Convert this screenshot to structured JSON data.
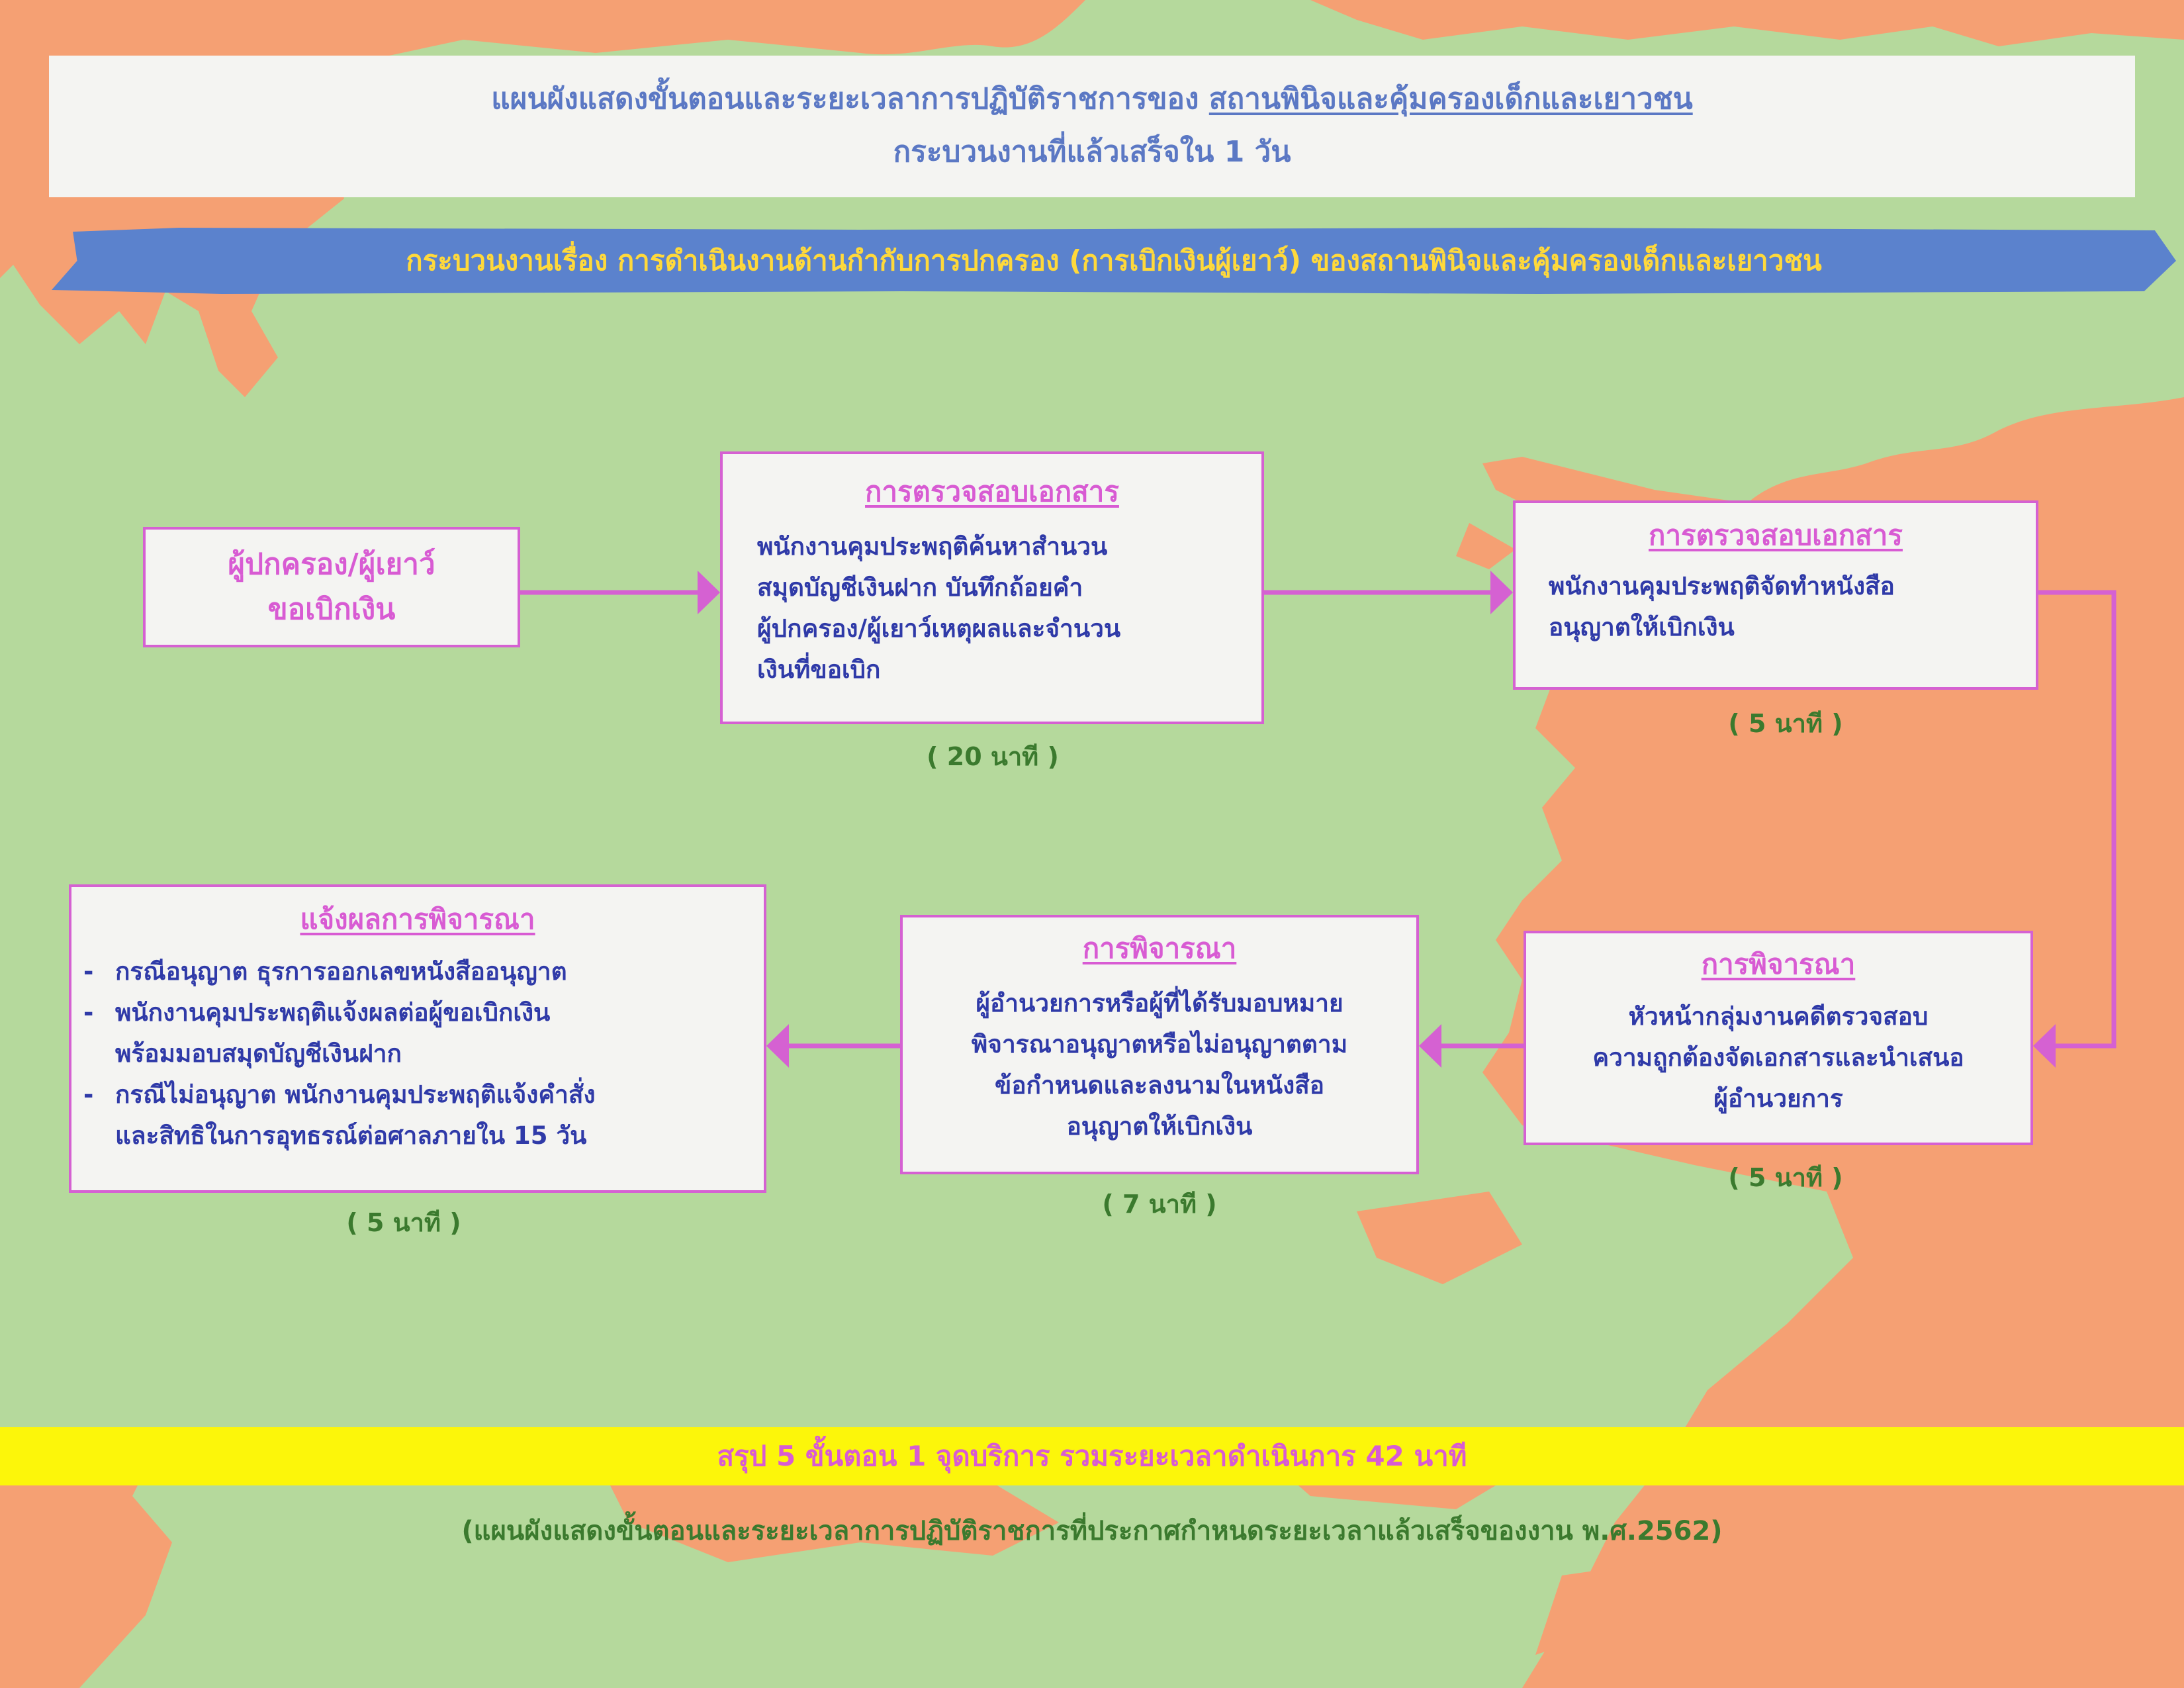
{
  "header": {
    "title_prefix": "แผนผังแสดงขั้นตอนและระยะเวลาการปฏิบัติราชการของ",
    "title_org": "สถานพินิจและคุ้มครองเด็กและเยาวชน",
    "subtitle": "กระบวนงานที่แล้วเสร็จใน 1 วัน"
  },
  "banner": {
    "text": "กระบวนงานเรื่อง การดำเนินงานด้านกำกับการปกครอง (การเบิกเงินผู้เยาว์) ของสถานพินิจและคุ้มครองเด็กและเยาวชน"
  },
  "start": {
    "line1": "ผู้ปกครอง/ผู้เยาว์",
    "line2": "ขอเบิกเงิน"
  },
  "steps": [
    {
      "title": "การตรวจสอบเอกสาร",
      "lines": [
        "พนักงานคุมประพฤติค้นหาสำนวน",
        "สมุดบัญชีเงินฝาก บันทึกถ้อยคำ",
        "ผู้ปกครอง/ผู้เยาว์เหตุผลและจำนวน",
        "เงินที่ขอเบิก"
      ],
      "time": "( 20 นาที )"
    },
    {
      "title": "การตรวจสอบเอกสาร",
      "lines": [
        "พนักงานคุมประพฤติจัดทำหนังสือ",
        "อนุญาตให้เบิกเงิน"
      ],
      "time": "( 5 นาที )"
    },
    {
      "title": "การพิจารณา",
      "lines": [
        "หัวหน้ากลุ่มงานคดีตรวจสอบ",
        "ความถูกต้องจัดเอกสารและนำเสนอ",
        "ผู้อำนวยการ"
      ],
      "time": "( 5 นาที )"
    },
    {
      "title": "การพิจารณา",
      "lines": [
        "ผู้อำนวยการหรือผู้ที่ได้รับมอบหมาย",
        "พิจารณาอนุญาตหรือไม่อนุญาตตาม",
        "ข้อกำหนดและลงนามในหนังสือ",
        "อนุญาตให้เบิกเงิน"
      ],
      "time": "( 7 นาที )"
    },
    {
      "title": "แจ้งผลการพิจารณา",
      "bullets": [
        [
          "กรณีอนุญาต ธุรการออกเลขหนังสืออนุญาต"
        ],
        [
          "พนักงานคุมประพฤติแจ้งผลต่อผู้ขอเบิกเงิน",
          "พร้อมมอบสมุดบัญชีเงินฝาก"
        ],
        [
          "กรณีไม่อนุญาต พนักงานคุมประพฤติแจ้งคำสั่ง",
          "และสิทธิในการอุทธรณ์ต่อศาลภายใน 15 วัน"
        ]
      ],
      "time": "( 5 นาที )"
    }
  ],
  "summary": "สรุป 5 ขั้นตอน 1 จุดบริการ รวมระยะเวลาดำเนินการ 42 นาที",
  "footer": "(แผนผังแสดงขั้นตอนและระยะเวลาการปฏิบัติราชการที่ประกาศกำหนดระยะเวลาแล้วเสร็จของงาน พ.ศ.2562)",
  "colors": {
    "background": "#b5d99c",
    "splash": "#f5a073",
    "box_border": "#d561d2",
    "title_pink": "#d85bd3",
    "body_blue": "#2f3aa8",
    "time_green": "#3b7a2e",
    "banner_blue": "#5b82cd",
    "banner_text": "#ffd93b",
    "summary_yellow": "#fcf60a"
  }
}
